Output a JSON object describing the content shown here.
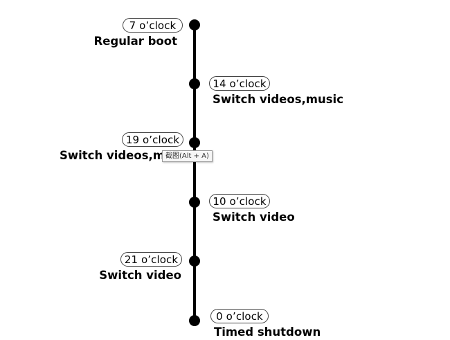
{
  "timeline": {
    "events": [
      {
        "time": "7 o’clock",
        "label": "Regular boot",
        "side": "left"
      },
      {
        "time": "14 o’clock",
        "label": "Switch videos,music",
        "side": "right"
      },
      {
        "time": "19 o’clock",
        "label": "Switch videos,mu",
        "side": "left"
      },
      {
        "time": "10 o’clock",
        "label": "Switch video",
        "side": "right"
      },
      {
        "time": "21 o’clock",
        "label": "Switch video",
        "side": "left"
      },
      {
        "time": "0 o’clock",
        "label": "Timed shutdown",
        "side": "right"
      }
    ]
  },
  "tooltip": {
    "text": "截图(Alt + A)"
  }
}
